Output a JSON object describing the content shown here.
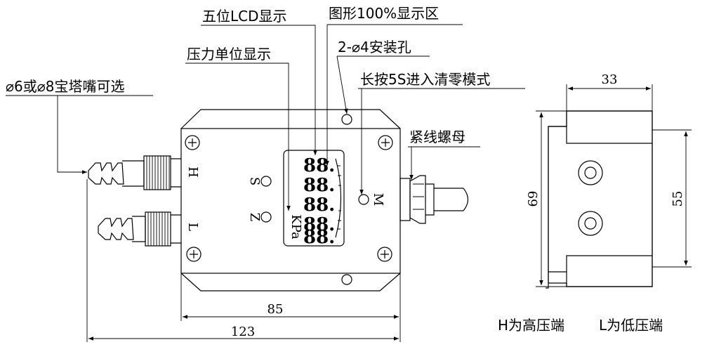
{
  "callouts": {
    "five_digit_lcd": "五位LCD显示",
    "graph_100pct": "图形100%显示区",
    "pressure_unit": "压力单位显示",
    "mount_holes": "2-⌀4安装孔",
    "nozzle_option": "⌀6或⌀8宝塔嘴可选",
    "zero_mode": "长按5S进入清零模式",
    "lock_nut": "紧线螺母"
  },
  "front_view": {
    "port_h": "H",
    "port_l": "L",
    "button_s": "S",
    "button_z": "Z",
    "button_m": "M",
    "unit": "KPa"
  },
  "dimensions": {
    "body_width": "85",
    "total_width": "123",
    "side_width": "33",
    "side_height": "69",
    "side_inner_height": "55"
  },
  "legend": {
    "high_port": "H为高压端",
    "low_port": "L为低压端"
  }
}
